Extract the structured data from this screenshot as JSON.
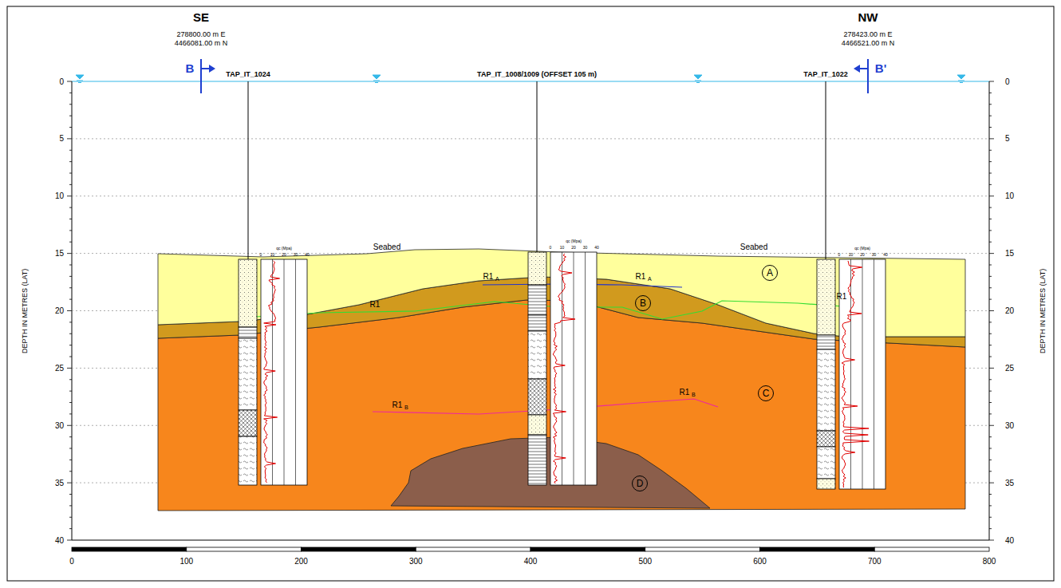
{
  "diagram": {
    "nodes": [
      {
        "text": [
          "A"
        ]
      },
      {
        "text": [
          "B"
        ]
      },
      {
        "text": [
          "C"
        ]
      },
      {
        "text": [
          "D"
        ]
      }
    ],
    "labels": [
      "SE",
      "278800.00 m E",
      "4466081.00 m N",
      "B",
      "NW",
      "278423.00 m E",
      "4466521.00 m N",
      "B'",
      "TAP_IT_1024",
      "TAP_IT_1008/1009 (OFFSET 105 m)",
      "TAP_IT_1022",
      "Seabed",
      "Seabed",
      "R1",
      "A",
      "R1",
      "A",
      "R1",
      "R1",
      "R1",
      "B",
      "R1",
      "B",
      "DEPTH IN METRES (LAT)",
      "DEPTH IN METRES (LAT)",
      "0",
      "5",
      "10",
      "15",
      "20",
      "25",
      "30",
      "35",
      "40",
      "0",
      "5",
      "10",
      "15",
      "20",
      "25",
      "30",
      "35",
      "40",
      "0",
      "100",
      "200",
      "300",
      "400",
      "500",
      "600",
      "700",
      "800",
      "qc (Mpa)",
      "0",
      "10",
      "20",
      "30",
      "40",
      "qc (Mpa)",
      "0",
      "10",
      "20",
      "30",
      "40",
      "qc (Mpa)",
      "0",
      "10",
      "20",
      "30",
      "40"
    ]
  }
}
